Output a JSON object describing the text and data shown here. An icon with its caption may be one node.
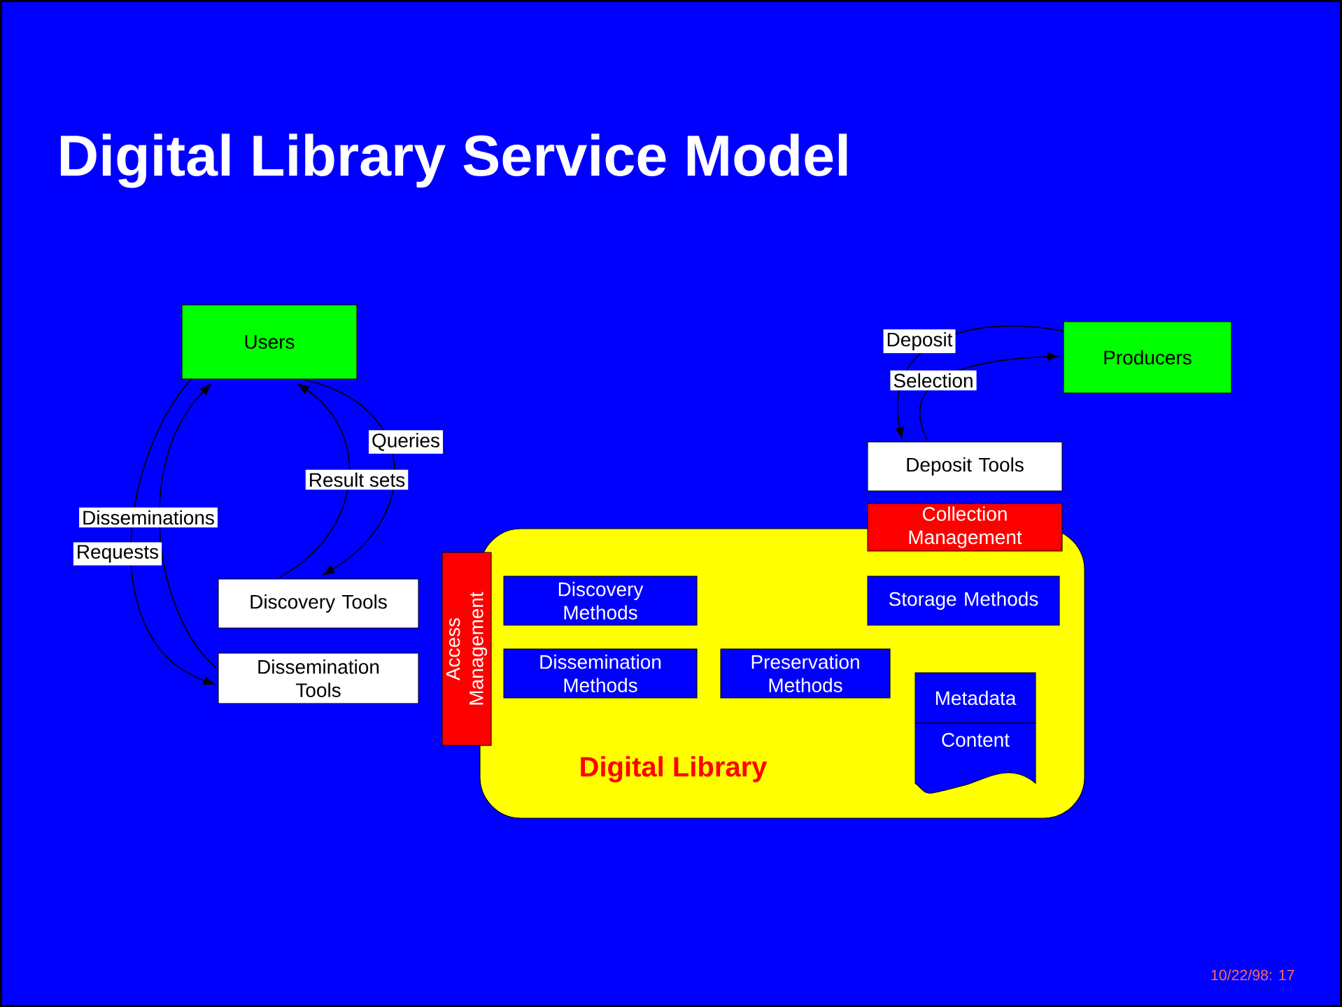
{
  "diagram": {
    "title": "Digital Library Service Model",
    "nodes": [
      {
        "text": [
          "Users"
        ]
      },
      {
        "text": [
          "Producers"
        ]
      },
      {
        "text": [
          "Deposit Tools"
        ]
      },
      {
        "text": [
          "Collection Management"
        ]
      },
      {
        "text": [
          "Discovery Tools"
        ]
      },
      {
        "text": [
          "Dissemination Tools"
        ]
      },
      {
        "text": [
          "Access Management"
        ]
      },
      {
        "text": [
          "Digital Library"
        ]
      },
      {
        "text": [
          "Discovery Methods"
        ],
        "in": 7
      },
      {
        "text": [
          "Dissemination Methods"
        ],
        "in": 7
      },
      {
        "text": [
          "Preservation Methods"
        ],
        "in": 7
      },
      {
        "text": [
          "Storage Methods"
        ],
        "in": 7
      },
      {
        "text": [
          "Metadata"
        ],
        "in": 7
      },
      {
        "text": [
          "Content"
        ],
        "in": 7
      }
    ],
    "edges": [
      {
        "from": 0,
        "to": 5,
        "arrow": "to",
        "label": "Requests"
      },
      {
        "from": 5,
        "to": 0,
        "arrow": "to",
        "label": "Disseminations"
      },
      {
        "from": 0,
        "to": 4,
        "arrow": "to",
        "label": "Queries"
      },
      {
        "from": 4,
        "to": 0,
        "arrow": "to",
        "label": "Result sets"
      },
      {
        "from": 1,
        "to": 2,
        "arrow": "to",
        "label": "Deposit"
      },
      {
        "from": 2,
        "to": 1,
        "arrow": "to",
        "label": "Selection"
      }
    ],
    "labels": [
      "10/22/98: 17"
    ]
  }
}
